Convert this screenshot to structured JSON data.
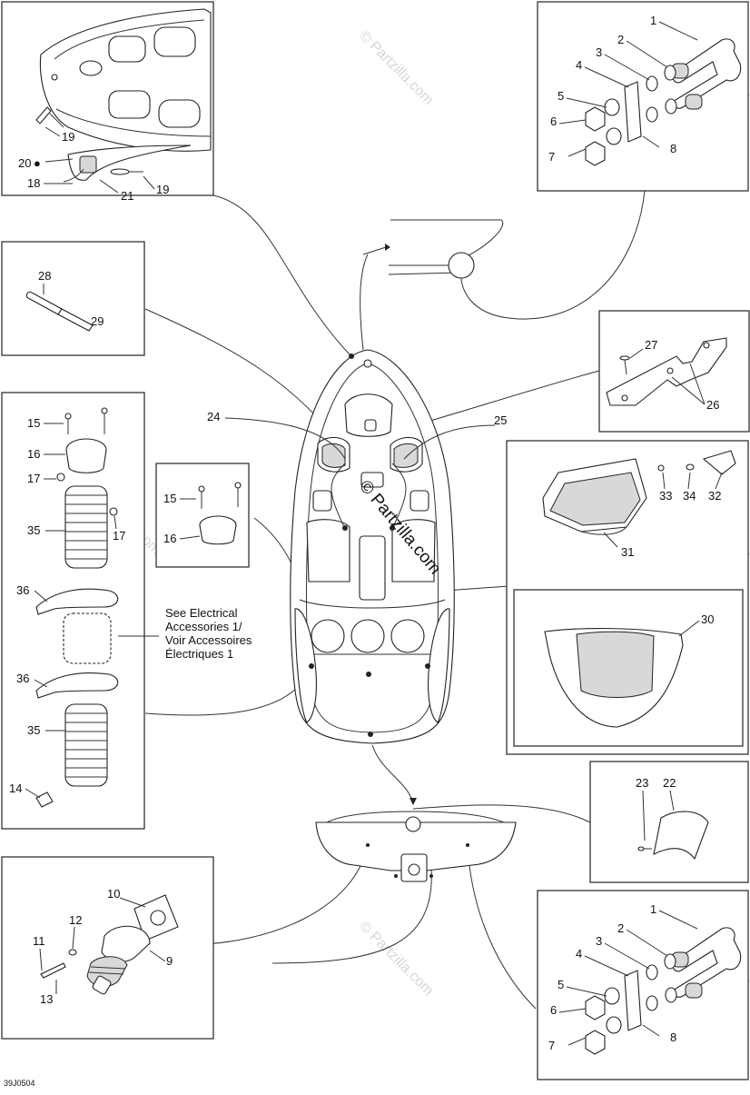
{
  "watermark": {
    "main_text": "© Partzilla.com",
    "repeat_text": "© Partzilla.com"
  },
  "diagram_code": "39J0504",
  "note": {
    "line1": "See Electrical",
    "line2": "Accessories 1/",
    "line3": "Voir Accessoires",
    "line4": "Électriques 1"
  },
  "callouts": {
    "c1": "1",
    "c2": "2",
    "c3": "3",
    "c4": "4",
    "c5": "5",
    "c6": "6",
    "c7": "7",
    "c8": "8",
    "c9": "9",
    "c10": "10",
    "c11": "11",
    "c12": "12",
    "c13": "13",
    "c14": "14",
    "c15": "15",
    "c16": "16",
    "c17": "17",
    "c18": "18",
    "c19": "19",
    "c20": "20",
    "c21": "21",
    "c22": "22",
    "c23": "23",
    "c24": "24",
    "c25": "25",
    "c26": "26",
    "c27": "27",
    "c28": "28",
    "c29": "29",
    "c30": "30",
    "c31": "31",
    "c32": "32",
    "c33": "33",
    "c34": "34",
    "c35": "35",
    "c36": "36"
  },
  "colors": {
    "line": "#222222",
    "shade": "#d8d8d8",
    "watermark": "#d6d6d6"
  }
}
